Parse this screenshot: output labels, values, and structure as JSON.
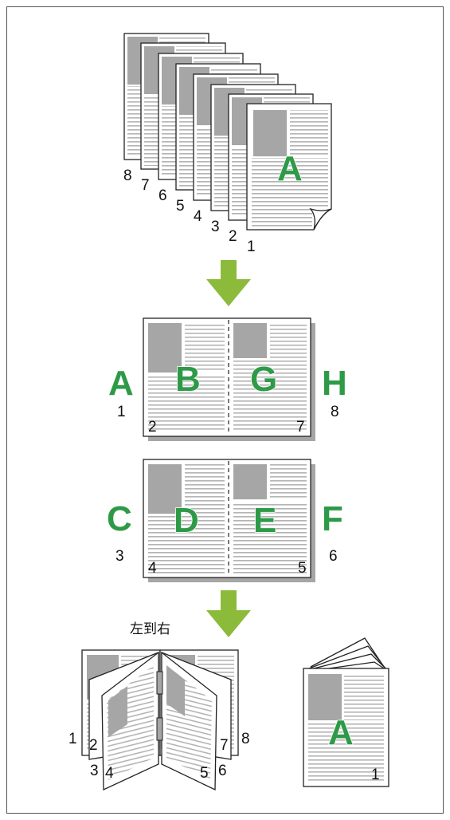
{
  "colors": {
    "accent_green": "#2e9a48",
    "arrow_green": "#8cbb3c",
    "image_block_gray": "#a6a6a6",
    "text_line_gray": "#b3b3b3",
    "frame": "#222222"
  },
  "stack": {
    "page_numbers": [
      "8",
      "7",
      "6",
      "5",
      "4",
      "3",
      "2",
      "1"
    ],
    "front_letter": "A"
  },
  "spread_top": {
    "outer_left_letter": "A",
    "outer_left_number": "1",
    "inner_left_letter": "B",
    "inner_left_number": "2",
    "inner_right_letter": "G",
    "inner_right_number": "7",
    "outer_right_letter": "H",
    "outer_right_number": "8"
  },
  "spread_bottom": {
    "outer_left_letter": "C",
    "outer_left_number": "3",
    "inner_left_letter": "D",
    "inner_left_number": "4",
    "inner_right_letter": "E",
    "inner_right_number": "5",
    "outer_right_letter": "F",
    "outer_right_number": "6"
  },
  "binding_direction_label": "左到右",
  "booklet_open": {
    "page_numbers": [
      "1",
      "2",
      "3",
      "4",
      "5",
      "6",
      "7",
      "8"
    ]
  },
  "booklet_closed": {
    "letter": "A",
    "page_number": "1"
  },
  "icons": [
    "down-arrow-icon",
    "staple-icon",
    "page-curl-icon"
  ]
}
